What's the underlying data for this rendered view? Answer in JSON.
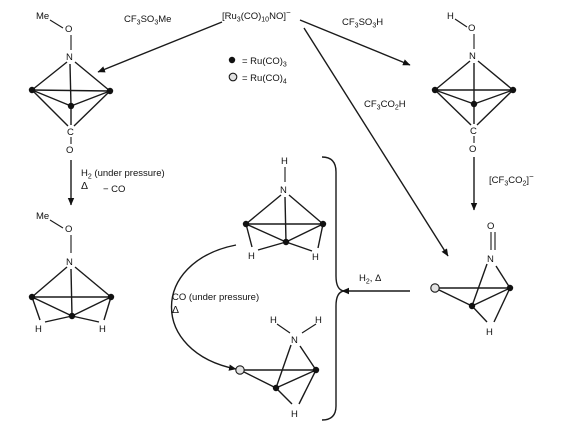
{
  "start_complex": {
    "pre": "[Ru",
    "s1": "3",
    "mid": "(CO)",
    "s2": "10",
    "post": "NO]",
    "charge": "−"
  },
  "legend": {
    "closed": {
      "label": "= Ru(CO)",
      "sub": "3"
    },
    "open": {
      "label": "= Ru(CO)",
      "sub": "4"
    }
  },
  "reagents": {
    "methyl_triflate": {
      "a": "CF",
      "s1": "3",
      "b": "SO",
      "s2": "3",
      "c": "Me"
    },
    "triflic_acid": {
      "a": "CF",
      "s1": "3",
      "b": "SO",
      "s2": "3",
      "c": "H"
    },
    "tfa": {
      "a": "CF",
      "s1": "3",
      "b": "CO",
      "s2": "2",
      "c": "H"
    },
    "trifluoroacetate": {
      "a": "[CF",
      "s1": "3",
      "b": "CO",
      "s2": "2",
      "c": "]",
      "sup": "−"
    },
    "hydrogen_pressure": {
      "a": "H",
      "s1": "2",
      "b": " (under pressure)",
      "delta": "Δ",
      "loss": "− CO"
    },
    "hydrogen_heat": {
      "a": "H",
      "s1": "2",
      "b": ", Δ"
    },
    "co_pressure": {
      "text": "CO (under pressure)",
      "delta": "Δ"
    }
  },
  "atoms": {
    "me": "Me",
    "o": "O",
    "n": "N",
    "c": "C",
    "h": "H"
  }
}
